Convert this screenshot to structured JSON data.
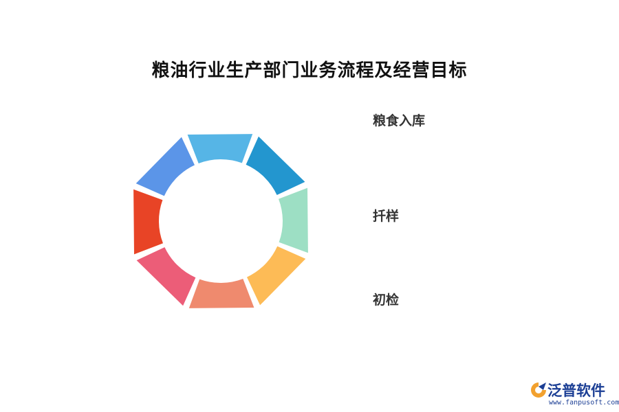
{
  "title": "粮油行业生产部门业务流程及经营目标",
  "segments": [
    {
      "color": "#5b95e8"
    },
    {
      "color": "#56b5e6"
    },
    {
      "color": "#2396cf"
    },
    {
      "color": "#9ddfc4"
    },
    {
      "color": "#fdbb56"
    },
    {
      "color": "#ef8a6e"
    },
    {
      "color": "#ec5d78"
    },
    {
      "color": "#e84426"
    }
  ],
  "labels": [
    "粮食入库",
    "扦样",
    "初检"
  ],
  "logo": {
    "name": "泛普软件",
    "url": "www.fanpusoft.com"
  }
}
